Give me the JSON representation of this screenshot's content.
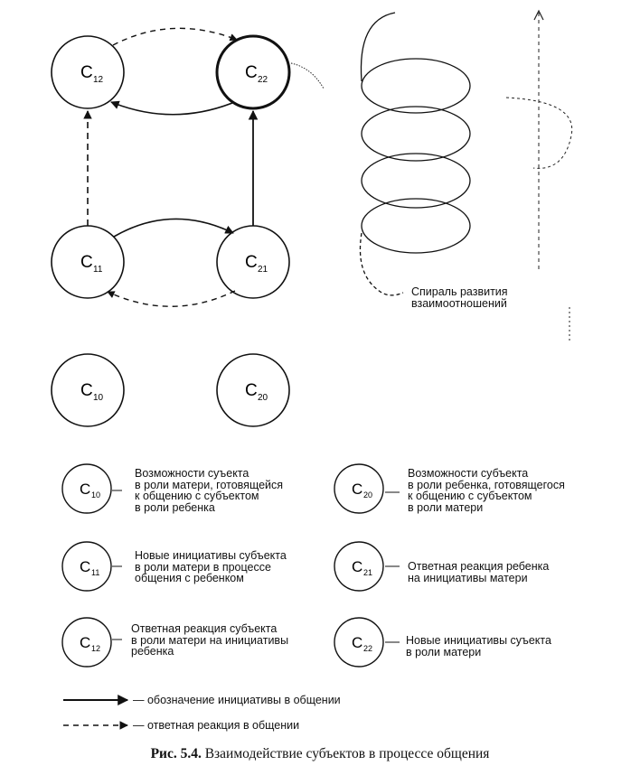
{
  "nodes": {
    "c12": {
      "label": "C",
      "sub": "12"
    },
    "c22": {
      "label": "C",
      "sub": "22"
    },
    "c11": {
      "label": "C",
      "sub": "11"
    },
    "c21": {
      "label": "C",
      "sub": "21"
    },
    "c10": {
      "label": "C",
      "sub": "10"
    },
    "c20": {
      "label": "C",
      "sub": "20"
    }
  },
  "spiral": {
    "label_lines": [
      "Спираль развития",
      "взаимоотношений"
    ]
  },
  "legend": {
    "c10": {
      "label": "C",
      "sub": "10",
      "lines": [
        "Возможности суъекта",
        "в роли матери, готовящейся",
        "к общению с субъектом",
        "в роли ребенка"
      ]
    },
    "c20": {
      "label": "C",
      "sub": "20",
      "lines": [
        "Возможности субъекта",
        "в роли ребенка, готовящегося",
        "к общению с субъектом",
        "в роли матери"
      ]
    },
    "c11": {
      "label": "C",
      "sub": "11",
      "lines": [
        "Новые инициативы субъекта",
        "в роли матери в процессе",
        "общения с ребенком"
      ]
    },
    "c21": {
      "label": "C",
      "sub": "21",
      "lines": [
        "Ответная реакция ребенка",
        "на инициативы матери"
      ]
    },
    "c12": {
      "label": "C",
      "sub": "12",
      "lines": [
        "Ответная реакция субъекта",
        "в роли матери на инициативы",
        "ребенка"
      ]
    },
    "c22": {
      "label": "C",
      "sub": "22",
      "lines": [
        "Новые инициативы суъекта",
        "в роли матери"
      ]
    }
  },
  "key": {
    "solid": "— обозначение инициативы в общении",
    "dashed": "— ответная реакция в общении"
  },
  "caption": {
    "prefix": "Рис. 5.4.",
    "text": "Взаимодействие субъектов в процессе общения"
  },
  "colors": {
    "ink": "#111111",
    "background": "#ffffff"
  }
}
